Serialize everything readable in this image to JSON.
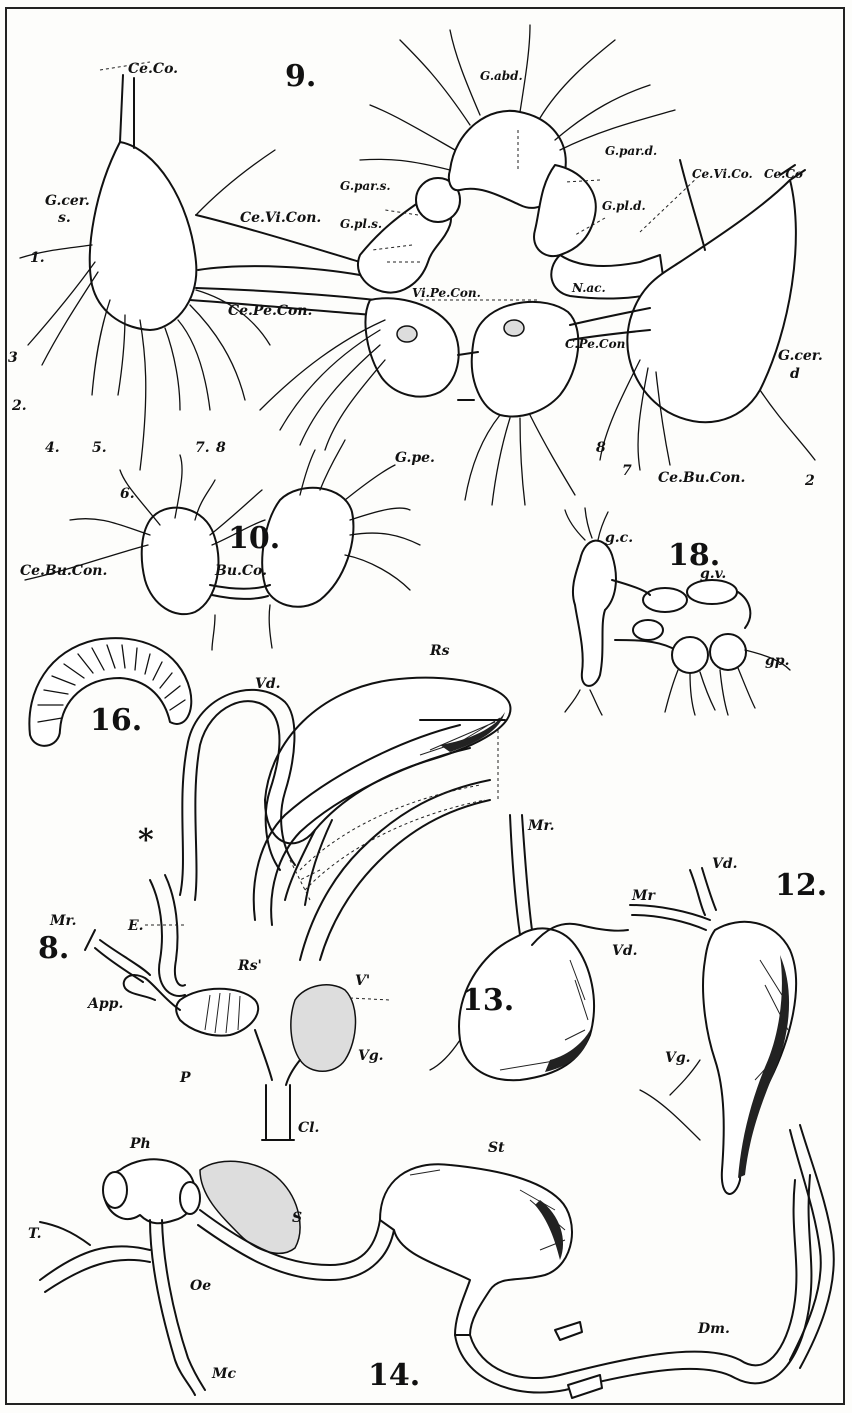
{
  "figures": [
    {
      "id": "fig9",
      "number": "9."
    },
    {
      "id": "fig10",
      "number": "10."
    },
    {
      "id": "fig18",
      "number": "18."
    },
    {
      "id": "fig16",
      "number": "16."
    },
    {
      "id": "fig8",
      "number": "8."
    },
    {
      "id": "fig13",
      "number": "13."
    },
    {
      "id": "fig12",
      "number": "12."
    },
    {
      "id": "fig14",
      "number": "14."
    }
  ],
  "labels": {
    "fig9": {
      "ce_co_left": "Ce.Co.",
      "g_cer_s": "G.cer.",
      "g_cer_s2": "s.",
      "ce_vi_con": "Ce.Vi.Con.",
      "ce_pe_con": "Ce.Pe.Con.",
      "g_par_s": "G.par.s.",
      "g_pl_s": "G.pl.s.",
      "g_abd": "G.abd.",
      "g_par_d": "G.par.d.",
      "g_pl_d": "G.pl.d.",
      "ce_vi_co": "Ce.Vi.Co.",
      "ce_co_right": "Ce.Co",
      "vi_pe_con": "Vi.Pe.Con.",
      "n_ac": "N.ac.",
      "c_pe_con": "C.Pe.Con",
      "g_cer_d": "G.cer.",
      "g_cer_d2": "d",
      "g_pe": "G.pe.",
      "ce_bu_con_r": "Ce.Bu.Con.",
      "n1": "1.",
      "n2": "2.",
      "n3": "3",
      "n4": "4.",
      "n5": "5.",
      "n6": "6.",
      "n7": "7.",
      "n8": "8",
      "n7r": "7",
      "n8r": "8",
      "n2r": "2"
    },
    "fig10": {
      "ce_bu_con": "Ce.Bu.Con.",
      "bu_co": "Bu.Co."
    },
    "fig18": {
      "gc": "g.c.",
      "gv": "g.v.",
      "gp": "gp."
    },
    "fig8": {
      "rs": "Rs",
      "vd": "Vd.",
      "star": "*",
      "mr": "Mr.",
      "e": "E.",
      "rs1": "Rs'",
      "v1": "V'",
      "app": "App.",
      "vg": "Vg.",
      "p": "P",
      "cl": "Cl."
    },
    "fig13": {
      "mr": "Mr.",
      "vd": "Vd."
    },
    "fig12": {
      "vd": "Vd.",
      "mr": "Mr",
      "vg": "Vg."
    },
    "fig14": {
      "ph": "Ph",
      "s": "S",
      "st": "St",
      "t": "T.",
      "oe": "Oe",
      "mc": "Mc",
      "dm": "Dm."
    }
  }
}
